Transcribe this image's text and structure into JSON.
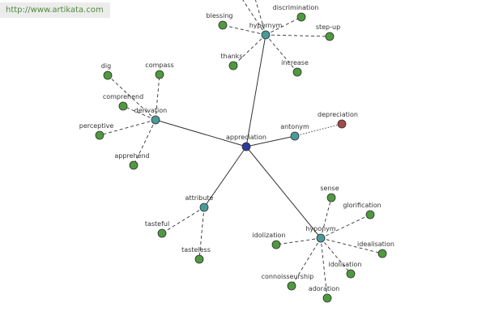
{
  "watermark": "http://www.artikata.com",
  "colors": {
    "center": "#2b3aa0",
    "relation": "#4a9a9a",
    "word": "#4f9a3f",
    "highlight": "#a04a4a",
    "edge": "#333333",
    "node_stroke": "#2e2e2e"
  },
  "nodes": [
    {
      "id": "appreciation",
      "label": "appreciation",
      "kind": "center"
    },
    {
      "id": "hypernym-top",
      "label": "hypernym",
      "kind": "relation"
    },
    {
      "id": "derivation",
      "label": "derivation",
      "kind": "relation"
    },
    {
      "id": "antonym",
      "label": "antonym",
      "kind": "relation"
    },
    {
      "id": "attribute",
      "label": "attribute",
      "kind": "relation"
    },
    {
      "id": "hyponym",
      "label": "hyponym",
      "kind": "relation"
    },
    {
      "id": "blessing",
      "label": "blessing",
      "kind": "word"
    },
    {
      "id": "discrimination",
      "label": "discrimination",
      "kind": "word"
    },
    {
      "id": "step-up",
      "label": "step-up",
      "kind": "word"
    },
    {
      "id": "thanks",
      "label": "thanks",
      "kind": "word"
    },
    {
      "id": "increase",
      "label": "increase",
      "kind": "word"
    },
    {
      "id": "dig",
      "label": "dig",
      "kind": "word"
    },
    {
      "id": "compass",
      "label": "compass",
      "kind": "word"
    },
    {
      "id": "comprehend",
      "label": "comprehend",
      "kind": "word"
    },
    {
      "id": "perceptive",
      "label": "perceptive",
      "kind": "word"
    },
    {
      "id": "apprehend",
      "label": "apprehend",
      "kind": "word"
    },
    {
      "id": "depreciation",
      "label": "depreciation",
      "kind": "highlight"
    },
    {
      "id": "tasteful",
      "label": "tasteful",
      "kind": "word"
    },
    {
      "id": "tasteless",
      "label": "tasteless",
      "kind": "word"
    },
    {
      "id": "sense",
      "label": "sense",
      "kind": "word"
    },
    {
      "id": "glorification",
      "label": "glorification",
      "kind": "word"
    },
    {
      "id": "idolization",
      "label": "idolization",
      "kind": "word"
    },
    {
      "id": "idealisation",
      "label": "idealisation",
      "kind": "word"
    },
    {
      "id": "idolisation",
      "label": "idolisation",
      "kind": "word"
    },
    {
      "id": "connoisseurship",
      "label": "connoisseurship",
      "kind": "word"
    },
    {
      "id": "adoration",
      "label": "adoration",
      "kind": "word"
    },
    {
      "id": "offscreen-1",
      "label": "",
      "kind": "offscreen"
    },
    {
      "id": "offscreen-2",
      "label": "",
      "kind": "offscreen"
    }
  ],
  "edges": [
    {
      "from": "appreciation",
      "to": "hypernym-top",
      "style": "solid"
    },
    {
      "from": "appreciation",
      "to": "derivation",
      "style": "solid"
    },
    {
      "from": "appreciation",
      "to": "antonym",
      "style": "solid"
    },
    {
      "from": "appreciation",
      "to": "attribute",
      "style": "solid"
    },
    {
      "from": "appreciation",
      "to": "hyponym",
      "style": "solid"
    },
    {
      "from": "hypernym-top",
      "to": "blessing",
      "style": "dashed"
    },
    {
      "from": "hypernym-top",
      "to": "discrimination",
      "style": "dashed"
    },
    {
      "from": "hypernym-top",
      "to": "step-up",
      "style": "dashed"
    },
    {
      "from": "hypernym-top",
      "to": "thanks",
      "style": "dashed"
    },
    {
      "from": "hypernym-top",
      "to": "increase",
      "style": "dashed"
    },
    {
      "from": "hypernym-top",
      "to": "offscreen-1",
      "style": "dashed"
    },
    {
      "from": "hypernym-top",
      "to": "offscreen-2",
      "style": "dashed"
    },
    {
      "from": "derivation",
      "to": "dig",
      "style": "dashed"
    },
    {
      "from": "derivation",
      "to": "compass",
      "style": "dashed"
    },
    {
      "from": "derivation",
      "to": "comprehend",
      "style": "dashed"
    },
    {
      "from": "derivation",
      "to": "perceptive",
      "style": "dashed"
    },
    {
      "from": "derivation",
      "to": "apprehend",
      "style": "dashed"
    },
    {
      "from": "antonym",
      "to": "depreciation",
      "style": "dotted"
    },
    {
      "from": "attribute",
      "to": "tasteful",
      "style": "dashed"
    },
    {
      "from": "attribute",
      "to": "tasteless",
      "style": "dashed"
    },
    {
      "from": "hyponym",
      "to": "sense",
      "style": "dashed"
    },
    {
      "from": "hyponym",
      "to": "glorification",
      "style": "dashed"
    },
    {
      "from": "hyponym",
      "to": "idolization",
      "style": "dashed"
    },
    {
      "from": "hyponym",
      "to": "idealisation",
      "style": "dashed"
    },
    {
      "from": "hyponym",
      "to": "idolisation",
      "style": "dashed"
    },
    {
      "from": "hyponym",
      "to": "connoisseurship",
      "style": "dashed"
    },
    {
      "from": "hyponym",
      "to": "adoration",
      "style": "dashed"
    }
  ]
}
